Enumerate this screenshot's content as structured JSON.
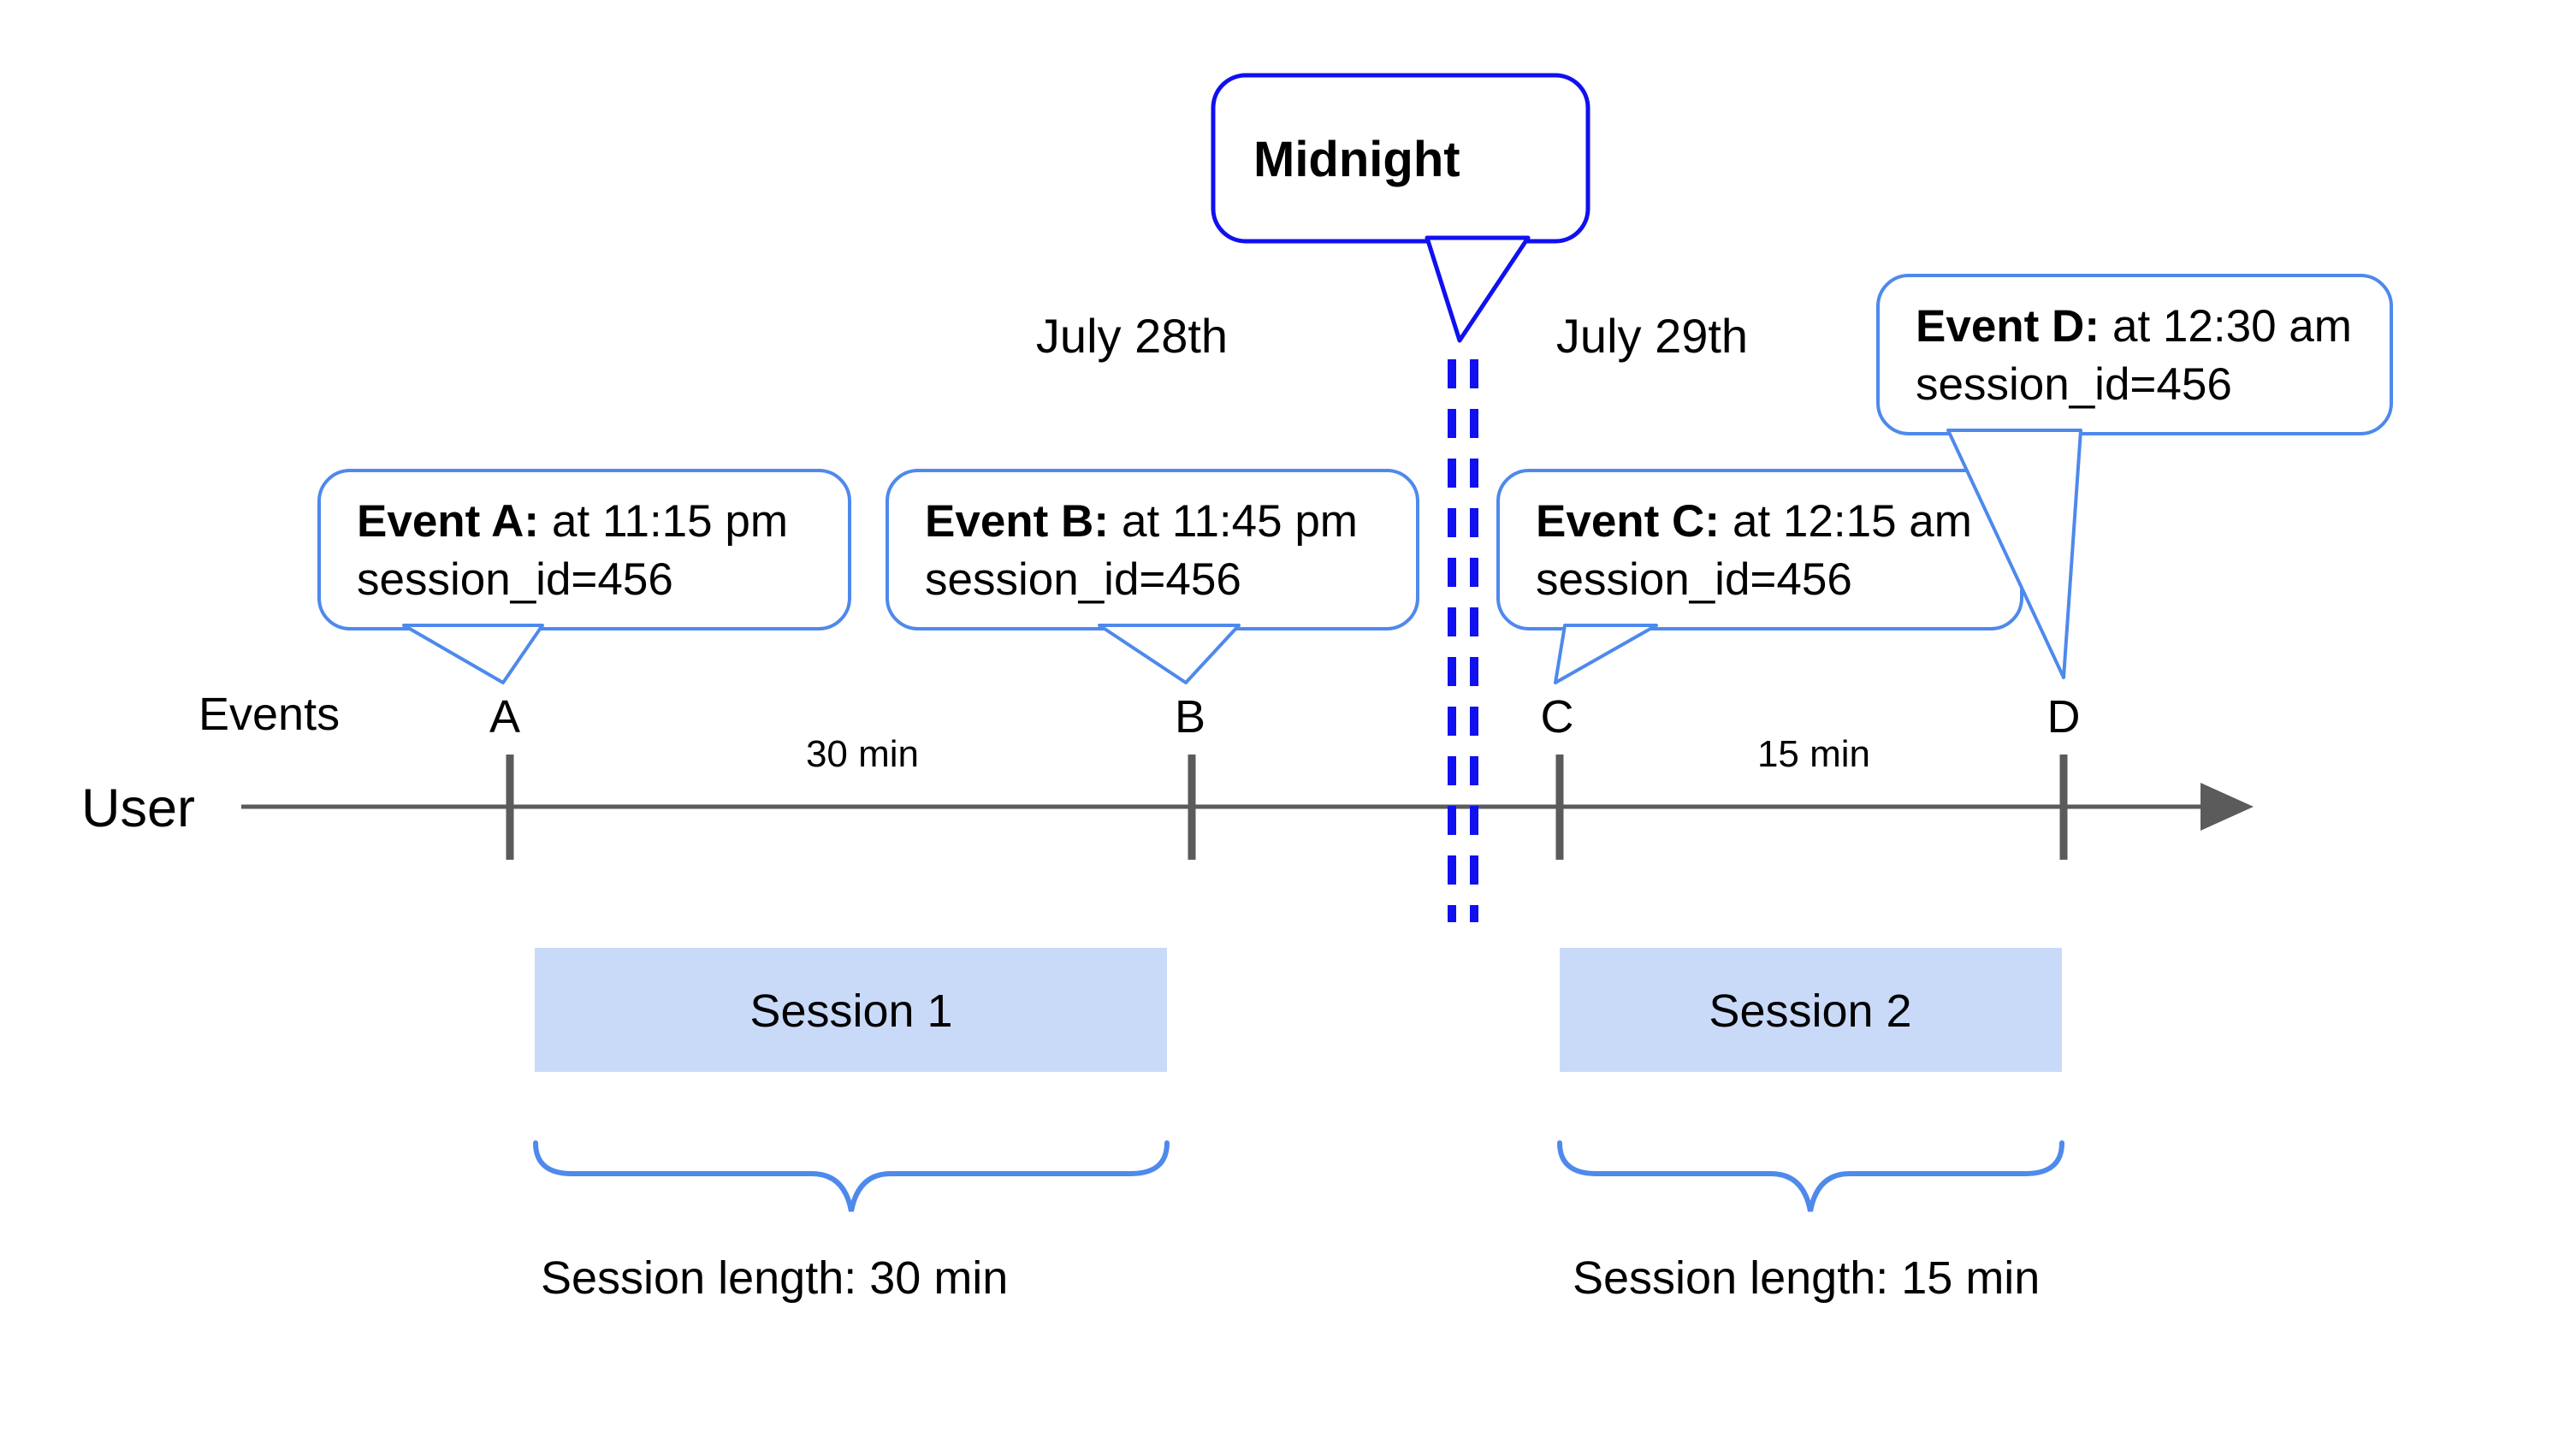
{
  "title": "User session timeline across midnight",
  "colors": {
    "callout_border_blue": "#4e89ec",
    "midnight_blue": "#1010f0",
    "timeline_gray": "#5b5b5b",
    "session_fill": "#c9daf8",
    "text": "#000000"
  },
  "axis": {
    "events_label": "Events",
    "user_label": "User",
    "interval_ab": "30 min",
    "interval_cd": "15 min"
  },
  "dates": {
    "left": "July 28th",
    "right": "July 29th",
    "midnight_label": "Midnight"
  },
  "events": [
    {
      "letter": "A",
      "label": "Event A:",
      "time": "at 11:15 pm",
      "session": "session_id=456"
    },
    {
      "letter": "B",
      "label": "Event B:",
      "time": "at 11:45 pm",
      "session": "session_id=456"
    },
    {
      "letter": "C",
      "label": "Event C:",
      "time": "at 12:15 am",
      "session": "session_id=456"
    },
    {
      "letter": "D",
      "label": "Event D:",
      "time": "at 12:30 am",
      "session": "session_id=456"
    }
  ],
  "sessions": [
    {
      "name": "Session 1",
      "length_label": "Session length: 30 min"
    },
    {
      "name": "Session 2",
      "length_label": "Session length: 15 min"
    }
  ]
}
